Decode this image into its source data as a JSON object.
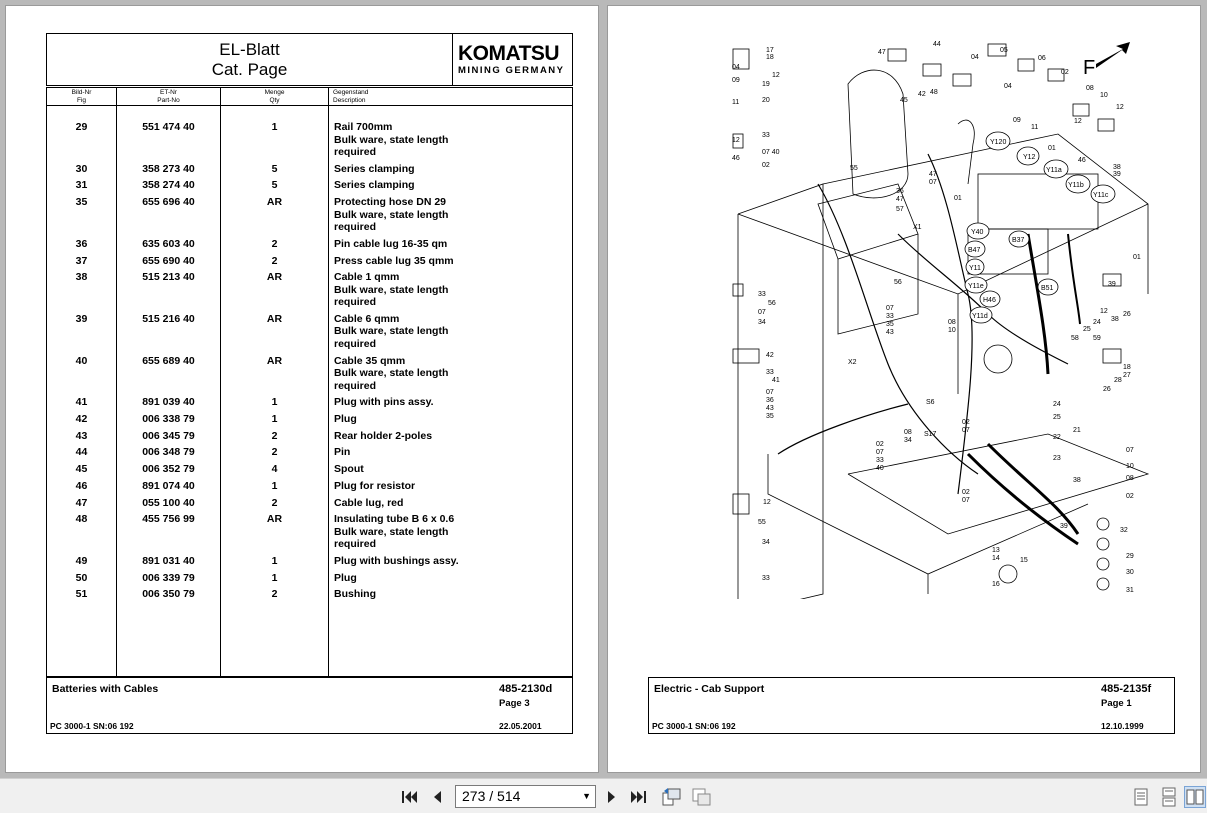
{
  "left_page": {
    "header": {
      "title_line1": "EL-Blatt",
      "title_line2": "Cat. Page",
      "logo_main": "KOMATSU",
      "logo_sub": "MINING GERMANY"
    },
    "columns": [
      {
        "de": "Bild-Nr",
        "en": "Fig"
      },
      {
        "de": "ET-Nr",
        "en": "Part-No"
      },
      {
        "de": "Menge",
        "en": "Qty"
      },
      {
        "de": "Gegenstand",
        "en": "Description"
      }
    ],
    "rows": [
      {
        "fig": "29",
        "part": "551 474 40",
        "qty": "1",
        "desc": [
          "Rail 700mm",
          "Bulk ware, state length",
          "required"
        ]
      },
      {
        "fig": "30",
        "part": "358 273 40",
        "qty": "5",
        "desc": [
          "Series clamping"
        ]
      },
      {
        "fig": "31",
        "part": "358 274 40",
        "qty": "5",
        "desc": [
          "Series clamping"
        ]
      },
      {
        "fig": "35",
        "part": "655 696 40",
        "qty": "AR",
        "desc": [
          "Protecting hose DN 29",
          "Bulk ware, state length",
          "required"
        ]
      },
      {
        "fig": "36",
        "part": "635 603 40",
        "qty": "2",
        "desc": [
          "Pin cable lug 16-35 qm"
        ]
      },
      {
        "fig": "37",
        "part": "655 690 40",
        "qty": "2",
        "desc": [
          "Press cable lug 35 qmm"
        ]
      },
      {
        "fig": "38",
        "part": "515 213 40",
        "qty": "AR",
        "desc": [
          "Cable 1 qmm",
          "Bulk ware, state length",
          "required"
        ]
      },
      {
        "fig": "39",
        "part": "515 216 40",
        "qty": "AR",
        "desc": [
          "Cable 6 qmm",
          "Bulk ware, state length",
          "required"
        ]
      },
      {
        "fig": "40",
        "part": "655 689 40",
        "qty": "AR",
        "desc": [
          "Cable 35 qmm",
          "Bulk ware, state length",
          "required"
        ]
      },
      {
        "fig": "41",
        "part": "891 039 40",
        "qty": "1",
        "desc": [
          "Plug with pins assy."
        ]
      },
      {
        "fig": "42",
        "part": "006 338 79",
        "qty": "1",
        "desc": [
          "Plug"
        ]
      },
      {
        "fig": "43",
        "part": "006 345 79",
        "qty": "2",
        "desc": [
          "Rear holder 2-poles"
        ]
      },
      {
        "fig": "44",
        "part": "006 348 79",
        "qty": "2",
        "desc": [
          "Pin"
        ]
      },
      {
        "fig": "45",
        "part": "006 352 79",
        "qty": "4",
        "desc": [
          "Spout"
        ]
      },
      {
        "fig": "46",
        "part": "891 074 40",
        "qty": "1",
        "desc": [
          "Plug for resistor"
        ]
      },
      {
        "fig": "47",
        "part": "055 100 40",
        "qty": "2",
        "desc": [
          "Cable lug, red"
        ]
      },
      {
        "fig": "48",
        "part": "455 756 99",
        "qty": "AR",
        "desc": [
          "Insulating tube B 6 x 0.6",
          "Bulk ware, state length",
          "required"
        ]
      },
      {
        "fig": "49",
        "part": "891 031 40",
        "qty": "1",
        "desc": [
          "Plug with bushings assy."
        ]
      },
      {
        "fig": "50",
        "part": "006 339 79",
        "qty": "1",
        "desc": [
          "Plug"
        ]
      },
      {
        "fig": "51",
        "part": "006 350 79",
        "qty": "2",
        "desc": [
          "Bushing"
        ]
      }
    ],
    "footer": {
      "title": "Batteries with Cables",
      "doc": "485-2130d",
      "page": "Page 3",
      "model": "PC 3000-1 SN:06 192",
      "date": "22.05.2001"
    }
  },
  "right_page": {
    "diagram_labels": {
      "top": [
        "17",
        "18",
        "12",
        "19",
        "20",
        "04",
        "09",
        "11",
        "33",
        "07 40",
        "02",
        "12",
        "46",
        "47",
        "44",
        "45",
        "42",
        "48",
        "04",
        "05",
        "06",
        "02",
        "08",
        "10",
        "12",
        "04",
        "09",
        "11",
        "12",
        "46",
        "01",
        "55",
        "36",
        "47",
        "57",
        "47",
        "07",
        "01",
        "X1"
      ],
      "components": [
        "Y120",
        "Y12",
        "Y11a",
        "Y11b",
        "Y11c",
        "Y40",
        "B37",
        "B47",
        "Y11",
        "Y11e",
        "B51",
        "H46",
        "Y11d",
        "X2",
        "S6",
        "S17",
        "F"
      ],
      "side": [
        "38",
        "39",
        "01",
        "33",
        "56",
        "07",
        "34",
        "42",
        "33",
        "41",
        "07",
        "36",
        "43",
        "35",
        "56",
        "07",
        "33",
        "35",
        "43",
        "08",
        "10",
        "39",
        "26",
        "38",
        "12",
        "25",
        "24",
        "58",
        "59",
        "18",
        "27",
        "28",
        "26",
        "24",
        "25",
        "21",
        "22",
        "23",
        "38",
        "39",
        "07",
        "10",
        "08",
        "02",
        "32",
        "29",
        "30",
        "31",
        "02",
        "07",
        "08",
        "34",
        "02",
        "07",
        "33",
        "40",
        "02",
        "07",
        "12",
        "55",
        "34",
        "33",
        "13",
        "14",
        "15",
        "16"
      ]
    },
    "footer": {
      "title": "Electric - Cab Support",
      "doc": "485-2135f",
      "page": "Page 1",
      "model": "PC 3000-1 SN:06 192",
      "date": "12.10.1999"
    }
  },
  "toolbar": {
    "page_indicator": "273 / 514",
    "icons": [
      "first-page-icon",
      "prev-page-icon",
      "next-page-icon",
      "last-page-icon",
      "rotate-icon",
      "rotate-alt-icon",
      "single-page-view-icon",
      "continuous-view-icon",
      "two-page-view-icon"
    ]
  }
}
